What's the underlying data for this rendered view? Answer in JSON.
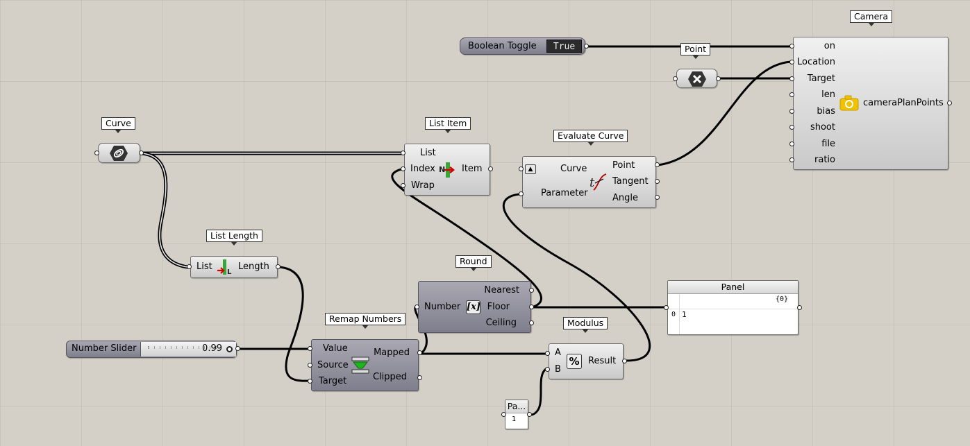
{
  "camera": {
    "tag": "Camera",
    "inputs": [
      "on",
      "Location",
      "Target",
      "len",
      "bias",
      "shoot",
      "file",
      "ratio"
    ],
    "output": "cameraPlanPoints"
  },
  "boolean_toggle": {
    "label": "Boolean Toggle",
    "value": "True"
  },
  "point": {
    "tag": "Point"
  },
  "curve": {
    "tag": "Curve"
  },
  "list_item": {
    "tag": "List Item",
    "inputs": [
      "List",
      "Index",
      "Wrap"
    ],
    "output": "Item"
  },
  "evaluate_curve": {
    "tag": "Evaluate Curve",
    "inputs": [
      "Curve",
      "Parameter"
    ],
    "outputs": [
      "Point",
      "Tangent",
      "Angle"
    ]
  },
  "list_length": {
    "tag": "List Length",
    "input": "List",
    "output": "Length"
  },
  "round": {
    "tag": "Round",
    "input": "Number",
    "outputs": [
      "Nearest",
      "Floor",
      "Ceiling"
    ]
  },
  "panel": {
    "title": "Panel",
    "path": "{0}",
    "index": "0",
    "value": "1"
  },
  "remap": {
    "tag": "Remap Numbers",
    "inputs": [
      "Value",
      "Source",
      "Target"
    ],
    "outputs": [
      "Mapped",
      "Clipped"
    ]
  },
  "slider": {
    "label": "Number Slider",
    "value": "0.99"
  },
  "modulus": {
    "tag": "Modulus",
    "inputs": [
      "A",
      "B"
    ],
    "output": "Result"
  },
  "panel_small": {
    "title": "Pa...",
    "value": "1"
  },
  "colors": {
    "canvas": "#d4d0c8",
    "wire": "#000000",
    "dark_node": "#8d8c99",
    "camera_icon": "#f2c200"
  }
}
